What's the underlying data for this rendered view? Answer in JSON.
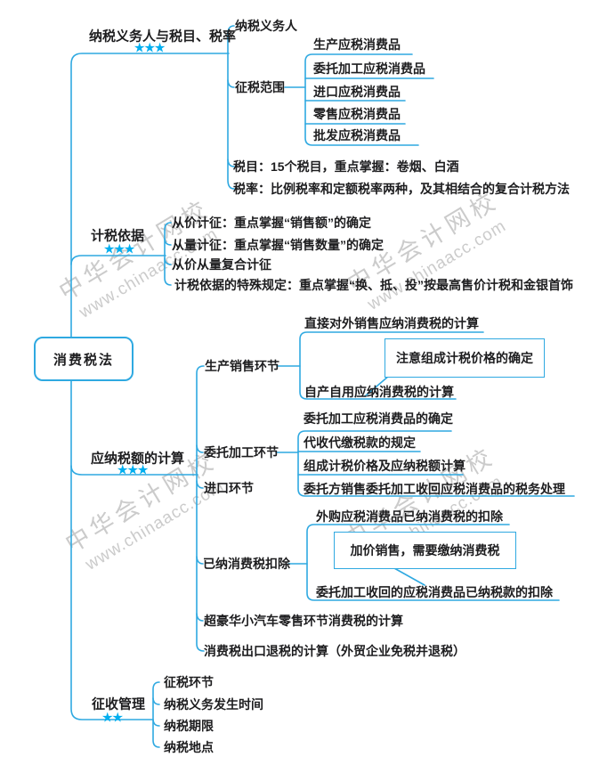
{
  "central": {
    "label": "消费税法"
  },
  "watermark": {
    "line1": "中华会计网校",
    "line2": "www.chinaacc.com"
  },
  "colors": {
    "line": "#2fa9e1",
    "star": "#00aeef",
    "text": "#1d1d1f",
    "watermark": "#c2c2c2"
  },
  "branches": [
    {
      "label": "纳税义务人与税目、税率",
      "stars": "★★★",
      "children": [
        {
          "label": "纳税义务人"
        },
        {
          "label": "征税范围",
          "children": [
            {
              "label": "生产应税消费品"
            },
            {
              "label": "委托加工应税消费品"
            },
            {
              "label": "进口应税消费品"
            },
            {
              "label": "零售应税消费品"
            },
            {
              "label": "批发应税消费品"
            }
          ]
        },
        {
          "label": "税目：15个税目，重点掌握：卷烟、白酒"
        },
        {
          "label": "税率：比例税率和定额税率两种，及其相结合的复合计税方法"
        }
      ]
    },
    {
      "label": "计税依据",
      "stars": "★★★",
      "children": [
        {
          "label": "从价计征：重点掌握“销售额”的确定"
        },
        {
          "label": "从量计征：重点掌握“销售数量”的确定"
        },
        {
          "label": "从价从量复合计征"
        },
        {
          "label": "计税依据的特殊规定：重点掌握“换、抵、投”按最高售价计税和金银首饰"
        }
      ]
    },
    {
      "label": "应纳税额的计算",
      "stars": "★★★",
      "children": [
        {
          "label": "生产销售环节",
          "callout": "注意组成计税价格的确定",
          "children": [
            {
              "label": "直接对外销售应纳消费税的计算"
            },
            {
              "label": "自产自用应纳消费税的计算"
            }
          ]
        },
        {
          "label": "委托加工环节",
          "children": [
            {
              "label": "委托加工应税消费品的确定"
            },
            {
              "label": "代收代缴税款的规定"
            },
            {
              "label": "组成计税价格及应纳税额计算"
            },
            {
              "label": "委托方销售委托加工收回应税消费品的税务处理"
            }
          ]
        },
        {
          "label": "进口环节"
        },
        {
          "label": "已纳消费税扣除",
          "callout": "加价销售，需要缴纳消费税",
          "children": [
            {
              "label": "外购应税消费品已纳消费税的扣除"
            },
            {
              "label": "委托加工收回的应税消费品已纳税款的扣除"
            }
          ]
        },
        {
          "label": "超豪华小汽车零售环节消费税的计算"
        },
        {
          "label": "消费税出口退税的计算（外贸企业免税并退税）"
        }
      ]
    },
    {
      "label": "征收管理",
      "stars": "★★",
      "children": [
        {
          "label": "征税环节"
        },
        {
          "label": "纳税义务发生时间"
        },
        {
          "label": "纳税期限"
        },
        {
          "label": "纳税地点"
        }
      ]
    }
  ]
}
